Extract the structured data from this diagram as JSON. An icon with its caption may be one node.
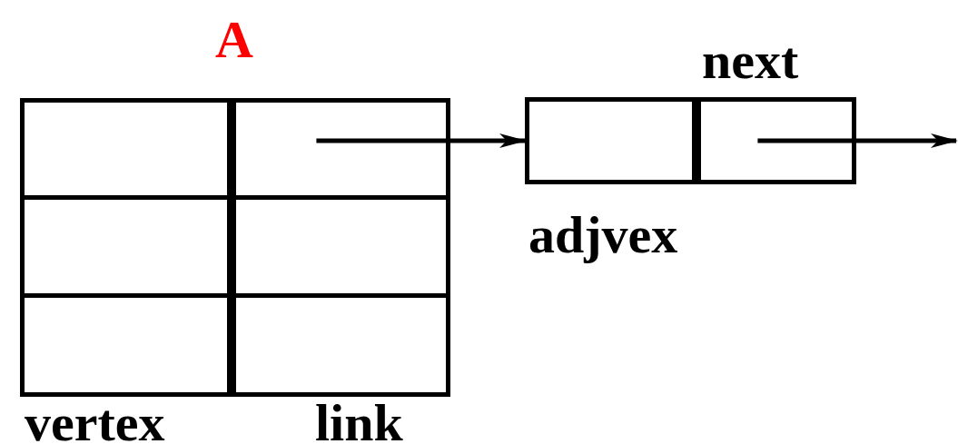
{
  "diagram": {
    "nodes": [
      {
        "text": [
          "A"
        ]
      },
      {
        "text": [],
        "shape": "box",
        "in": 0
      },
      {
        "text": [],
        "shape": "box",
        "in": 0
      },
      {
        "text": [],
        "shape": "box",
        "in": 0
      },
      {
        "text": [],
        "shape": "box",
        "in": 0
      },
      {
        "text": [],
        "shape": "box",
        "in": 0
      },
      {
        "text": [],
        "shape": "box",
        "in": 0
      },
      {
        "text": [],
        "shape": "box"
      },
      {
        "text": [],
        "shape": "box",
        "in": 7
      },
      {
        "text": [],
        "shape": "box",
        "in": 7
      }
    ],
    "edges": [
      {
        "from": 2,
        "to": 7,
        "arrow": "to"
      },
      {
        "from": 9,
        "to": null,
        "arrow": "to"
      }
    ],
    "labels": [
      "next",
      "adjvex",
      "vertex",
      "link"
    ]
  }
}
